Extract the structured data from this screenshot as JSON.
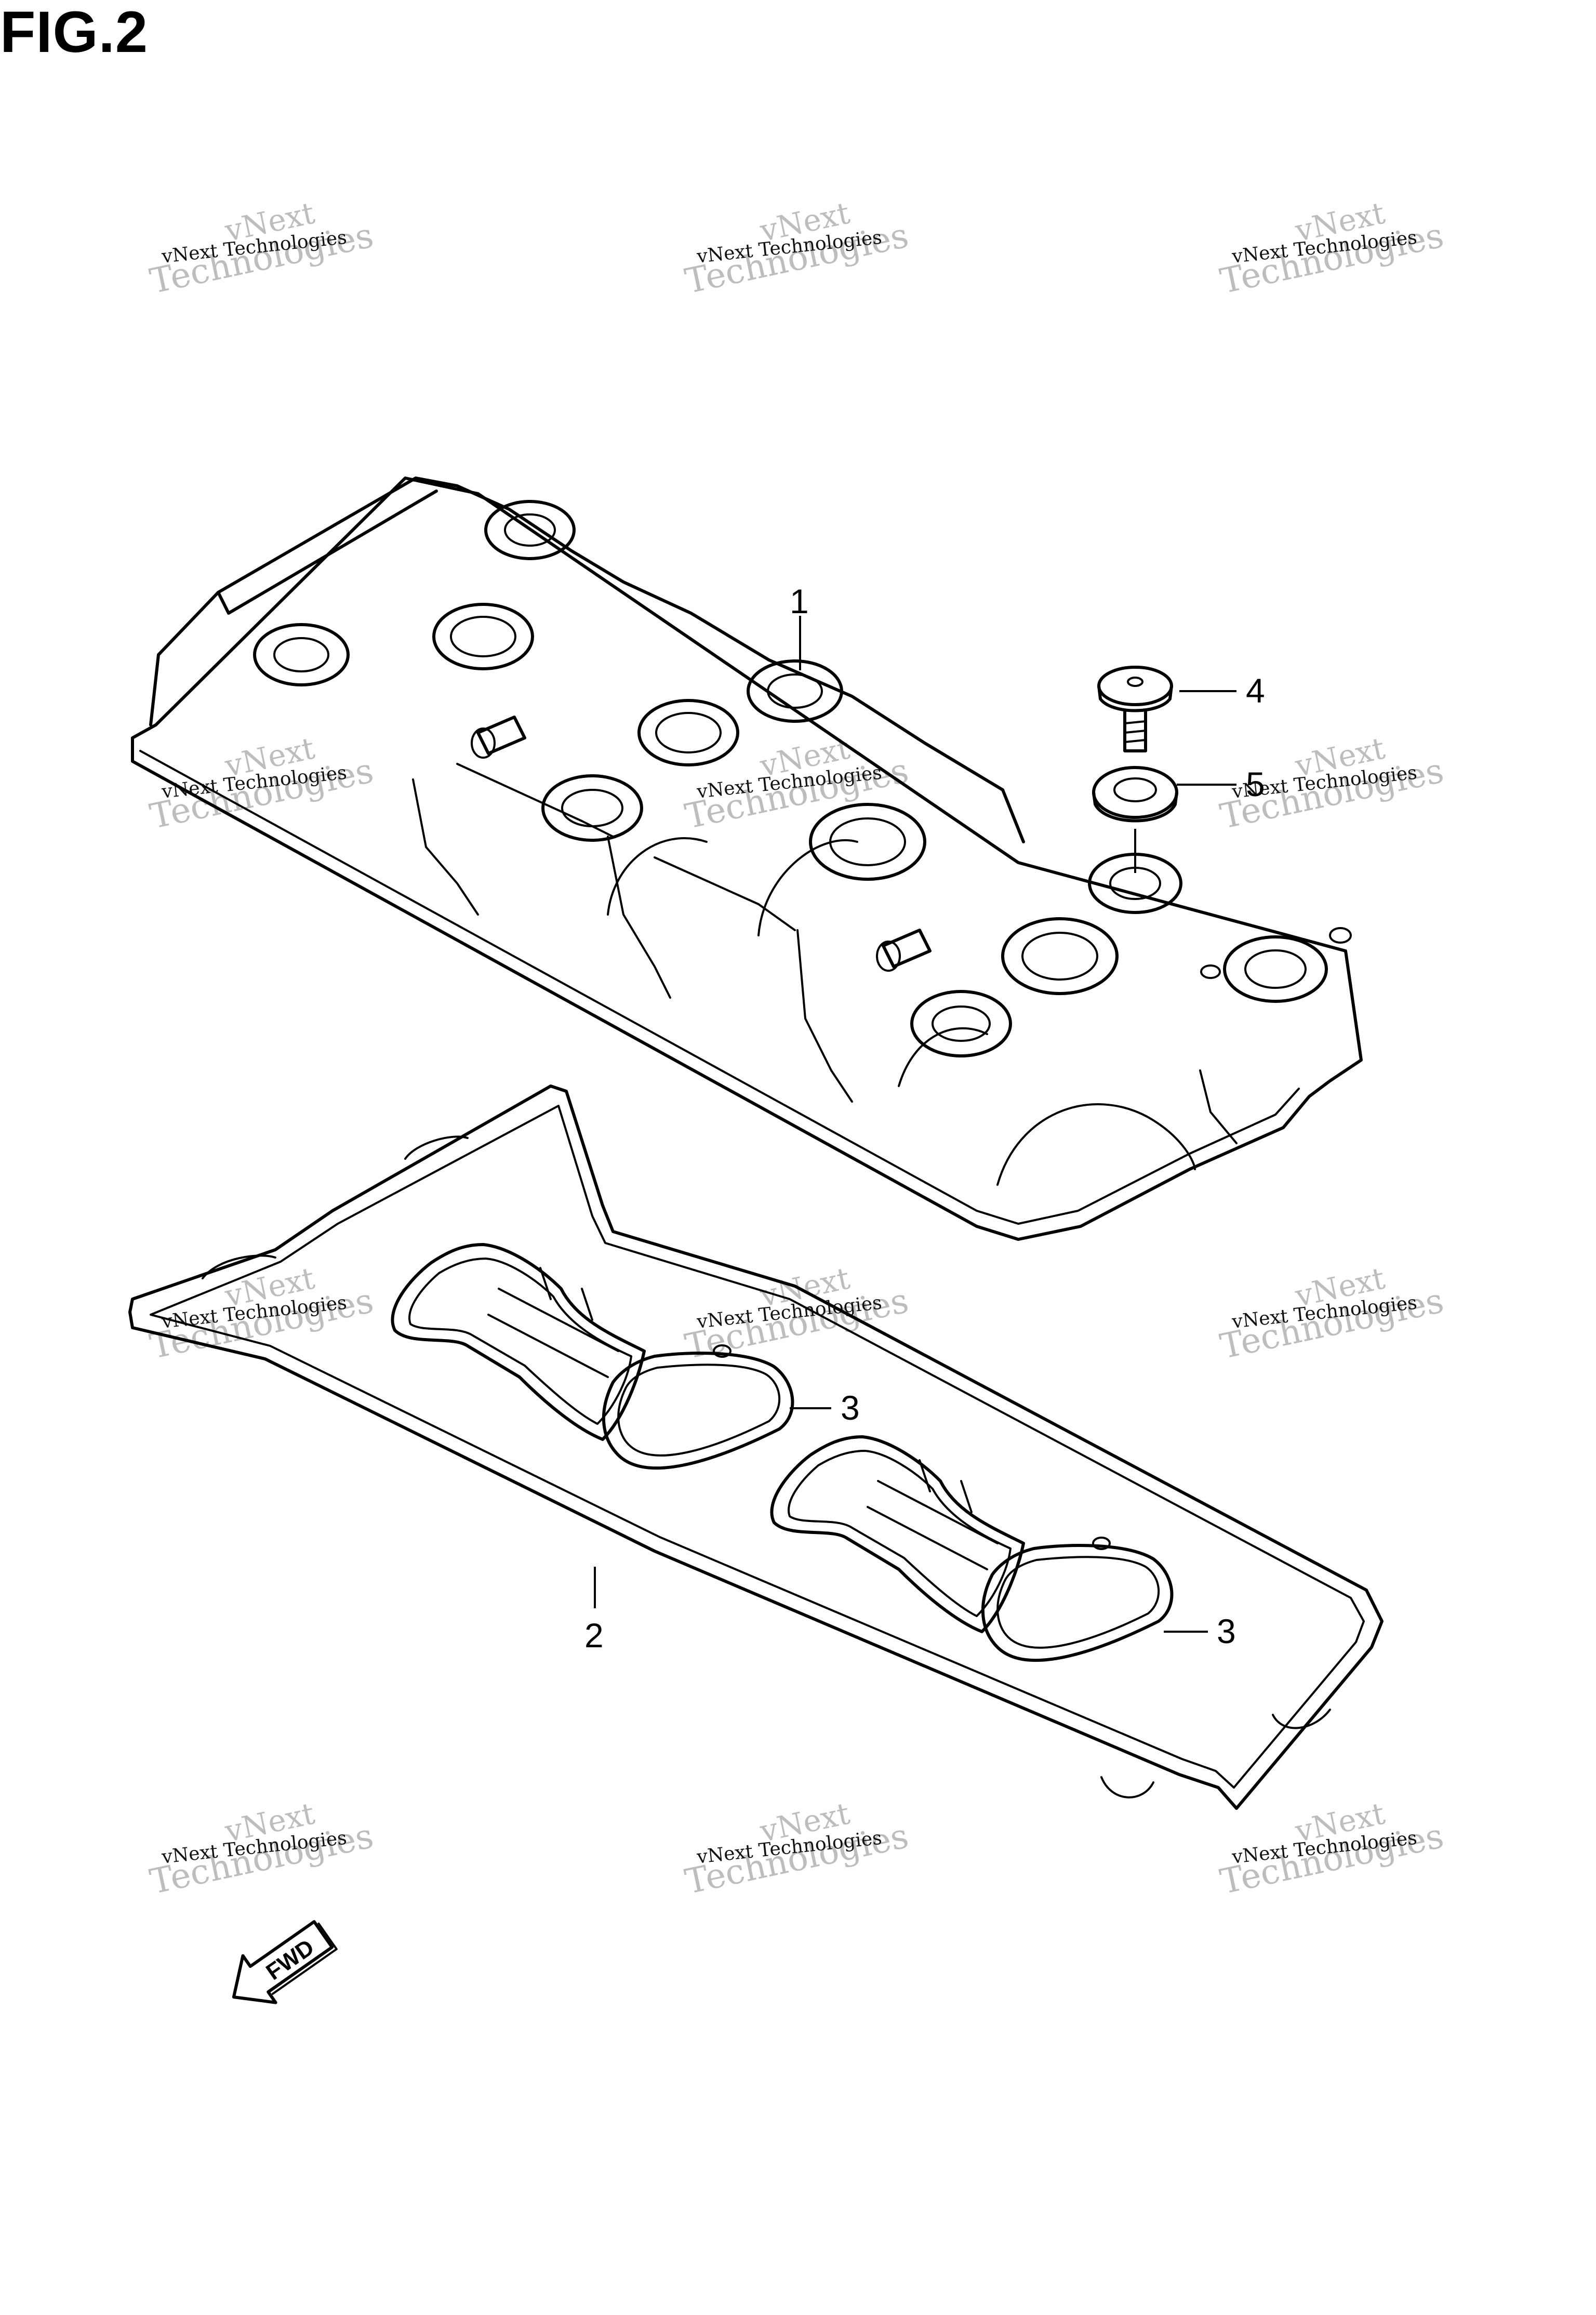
{
  "figure": {
    "title": "FIG.2"
  },
  "watermark": {
    "line1": "vNext",
    "line2": "Technologies",
    "full": "vNext Technologies"
  },
  "callouts": [
    {
      "id": "part-1",
      "label": "1"
    },
    {
      "id": "part-2",
      "label": "2"
    },
    {
      "id": "part-3a",
      "label": "3"
    },
    {
      "id": "part-3b",
      "label": "3"
    },
    {
      "id": "part-4",
      "label": "4"
    },
    {
      "id": "part-5",
      "label": "5"
    }
  ],
  "direction_marker": {
    "label": "FWD",
    "icon": "forward-arrow-icon"
  },
  "colors": {
    "line": "#000000",
    "watermark": "#bdbdbd",
    "background": "#ffffff"
  }
}
